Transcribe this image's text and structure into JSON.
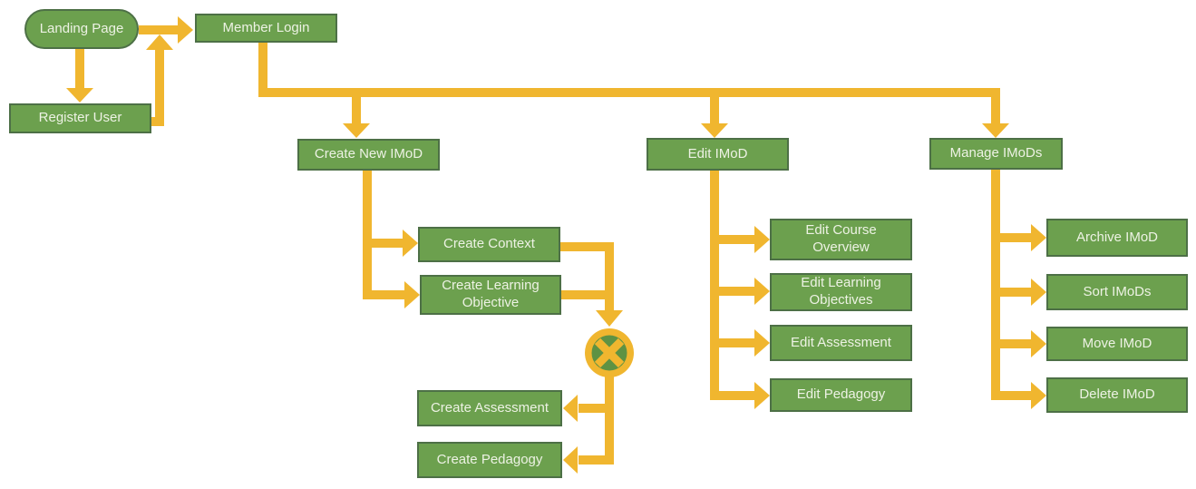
{
  "diagram": {
    "colors": {
      "background": "#FFFFFF",
      "node_fill": "#6CA04E",
      "node_border": "#4D7046",
      "node_text": "#EDF2E4",
      "arrow": "#F0B62F",
      "junction_green": "#5E9243"
    },
    "nodes": {
      "landing_page": {
        "label": "Landing Page"
      },
      "register_user": {
        "label": "Register User"
      },
      "member_login": {
        "label": "Member Login"
      },
      "create_new_imod": {
        "label": "Create New IMoD"
      },
      "create_context": {
        "label": "Create Context"
      },
      "create_learning_objective": {
        "label": "Create Learning Objective"
      },
      "create_assessment": {
        "label": "Create Assessment"
      },
      "create_pedagogy": {
        "label": "Create Pedagogy"
      },
      "edit_imod": {
        "label": "Edit IMoD"
      },
      "edit_course_overview": {
        "label": "Edit Course Overview"
      },
      "edit_learning_objectives": {
        "label": "Edit Learning Objectives"
      },
      "edit_assessment": {
        "label": "Edit Assessment"
      },
      "edit_pedagogy": {
        "label": "Edit Pedagogy"
      },
      "manage_imods": {
        "label": "Manage IMoDs"
      },
      "archive_imod": {
        "label": "Archive IMoD"
      },
      "sort_imods": {
        "label": "Sort IMoDs"
      },
      "move_imod": {
        "label": "Move IMoD"
      },
      "delete_imod": {
        "label": "Delete IMoD"
      }
    },
    "junction": {
      "icon": "crossed-circle-merge-junction"
    },
    "edges": [
      {
        "from": "landing_page",
        "to": "register_user"
      },
      {
        "from": "landing_page",
        "to": "member_login"
      },
      {
        "from": "register_user",
        "to": "member_login"
      },
      {
        "from": "member_login",
        "to": "create_new_imod"
      },
      {
        "from": "member_login",
        "to": "edit_imod"
      },
      {
        "from": "member_login",
        "to": "manage_imods"
      },
      {
        "from": "create_new_imod",
        "to": "create_context"
      },
      {
        "from": "create_new_imod",
        "to": "create_learning_objective"
      },
      {
        "from": "create_context",
        "to": "merge_junction"
      },
      {
        "from": "create_learning_objective",
        "to": "merge_junction"
      },
      {
        "from": "merge_junction",
        "to": "create_assessment"
      },
      {
        "from": "merge_junction",
        "to": "create_pedagogy"
      },
      {
        "from": "edit_imod",
        "to": "edit_course_overview"
      },
      {
        "from": "edit_imod",
        "to": "edit_learning_objectives"
      },
      {
        "from": "edit_imod",
        "to": "edit_assessment"
      },
      {
        "from": "edit_imod",
        "to": "edit_pedagogy"
      },
      {
        "from": "manage_imods",
        "to": "archive_imod"
      },
      {
        "from": "manage_imods",
        "to": "sort_imods"
      },
      {
        "from": "manage_imods",
        "to": "move_imod"
      },
      {
        "from": "manage_imods",
        "to": "delete_imod"
      }
    ]
  }
}
